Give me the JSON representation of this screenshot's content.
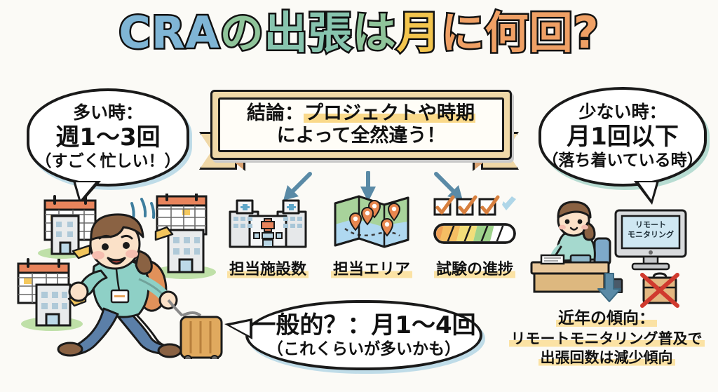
{
  "background_color": "#FBFAF6",
  "title": {
    "full_text": "CRAの出張は月に何回?",
    "parts": [
      {
        "text": "CRA",
        "color": "#7FB5D5"
      },
      {
        "text": "の",
        "color": "#8FC49A"
      },
      {
        "text": "出張",
        "color": "#87C4AE"
      },
      {
        "text": "は",
        "color": "#8FC49A"
      },
      {
        "text": "月",
        "color": "#F3C54E"
      },
      {
        "text": "に",
        "color": "#EFA065"
      },
      {
        "text": "何回?",
        "color": "#EFA065"
      }
    ]
  },
  "bubble_left": {
    "line1": "多い時：",
    "line2": "週1〜3回",
    "line3": "（すごく忙しい！）",
    "shadow_color": "#BFDCE8"
  },
  "bubble_right": {
    "line1": "少ない時：",
    "line2": "月1回以下",
    "line3": "（落ち着いている時）",
    "shadow_color": "#B7DCD2"
  },
  "bubble_bottom": {
    "line1": "一般的？：月1〜4回",
    "line2": "（これくらいが多いかも）",
    "shadow_color": "#BFDCE8"
  },
  "banner": {
    "line1_plain": "結論：",
    "line1_highlight": "プロジェクトや時期",
    "line2": "によって全然違う！",
    "fill_color": "#F0D9A8",
    "highlight_color": "#FAD98A"
  },
  "factors": [
    {
      "icon": "hospital-icon",
      "label": "担当施設数"
    },
    {
      "icon": "map-icon",
      "label": "担当エリア"
    },
    {
      "icon": "progress-icon",
      "label": "試験の進捗"
    }
  ],
  "monitor": {
    "line1": "リモート",
    "line2": "モニタリング",
    "screen_color": "#CFE7F2"
  },
  "note": {
    "line1": "近年の傾向：",
    "line2": "リモートモニタリング普及で",
    "line3": "出張回数は減少傾向",
    "highlight_color": "#FBE2A4"
  },
  "accents": {
    "arrow_blue": "#5A8AA6",
    "arrow_yellow": "#F2C55C",
    "orange": "#E8A06A",
    "outline": "#1A1A1A"
  }
}
